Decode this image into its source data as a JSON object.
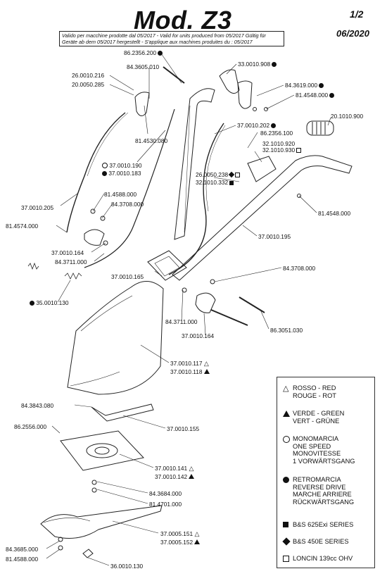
{
  "header": {
    "title": "Mod. Z3",
    "page": "1/2",
    "date": "06/2020",
    "validity_line1": "Valido per macchine prodotte dal 05/2017 - Valid for units produced from 05/2017 Gültig für",
    "validity_line2": "Geräte ab dem 05/2017 hergestellt - S'applique aux machines produites du : 05/2017"
  },
  "parts": [
    {
      "code": "86.2356.200",
      "symbol": "dot"
    },
    {
      "code": "84.3605.010",
      "symbol": ""
    },
    {
      "code": "26.0010.216",
      "symbol": ""
    },
    {
      "code": "20.0050.285",
      "symbol": ""
    },
    {
      "code": "81.4530.080",
      "symbol": ""
    },
    {
      "code": "33.0010.908",
      "symbol": "dot"
    },
    {
      "code": "84.3619.000",
      "symbol": "dot"
    },
    {
      "code": "81.4548.000",
      "symbol": "dot"
    },
    {
      "code": "20.1010.900",
      "symbol": ""
    },
    {
      "code": "37.0010.202",
      "symbol": "dot"
    },
    {
      "code": "86.2356.100",
      "symbol": ""
    },
    {
      "code": "32.1010.920",
      "symbol": ""
    },
    {
      "code": "32.1010.930",
      "symbol": "osq"
    },
    {
      "code": "37.0010.190",
      "symbol": "ring-before"
    },
    {
      "code": "37.0010.183",
      "symbol": "dot-before"
    },
    {
      "code": "26.0050.238",
      "symbol": "dia-osq"
    },
    {
      "code": "32.1010.332",
      "symbol": "sq"
    },
    {
      "code": "37.0010.205",
      "symbol": ""
    },
    {
      "code": "81.4588.000",
      "symbol": ""
    },
    {
      "code": "84.3708.000",
      "symbol": ""
    },
    {
      "code": "81.4548.000",
      "symbol": ""
    },
    {
      "code": "81.4574.000",
      "symbol": ""
    },
    {
      "code": "37.0010.195",
      "symbol": ""
    },
    {
      "code": "37.0010.164",
      "symbol": ""
    },
    {
      "code": "84.3711.000",
      "symbol": ""
    },
    {
      "code": "84.3708.000",
      "symbol": ""
    },
    {
      "code": "37.0010.165",
      "symbol": ""
    },
    {
      "code": "35.0010.130",
      "symbol": "dot-before"
    },
    {
      "code": "84.3711.000",
      "symbol": ""
    },
    {
      "code": "37.0010.164",
      "symbol": ""
    },
    {
      "code": "86.3051.030",
      "symbol": ""
    },
    {
      "code": "37.0010.117",
      "symbol": "otri"
    },
    {
      "code": "37.0010.118",
      "symbol": "tri"
    },
    {
      "code": "84.3843.080",
      "symbol": ""
    },
    {
      "code": "86.2556.000",
      "symbol": ""
    },
    {
      "code": "37.0010.155",
      "symbol": ""
    },
    {
      "code": "37.0010.141",
      "symbol": "otri"
    },
    {
      "code": "37.0010.142",
      "symbol": "tri"
    },
    {
      "code": "84.3684.000",
      "symbol": ""
    },
    {
      "code": "81.4701.000",
      "symbol": ""
    },
    {
      "code": "37.0005.151",
      "symbol": "otri"
    },
    {
      "code": "37.0005.152",
      "symbol": "tri"
    },
    {
      "code": "84.3685.000",
      "symbol": ""
    },
    {
      "code": "81.4588.000",
      "symbol": ""
    },
    {
      "code": "36.0010.130",
      "symbol": ""
    }
  ],
  "legend": [
    {
      "symbol": "otri",
      "lines": [
        "ROSSO - RED",
        "ROUGE - ROT"
      ]
    },
    {
      "symbol": "tri",
      "lines": [
        "VERDE - GREEN",
        "VERT - GRÜNE"
      ]
    },
    {
      "symbol": "ring",
      "lines": [
        "MONOMARCIA",
        "ONE SPEED",
        "MONOVITESSE",
        "1 VORWÄRTSGANG"
      ]
    },
    {
      "symbol": "dot",
      "lines": [
        "RETROMARCIA",
        "REVERSE DRIVE",
        "MARCHE ARRIERE",
        "RÜCKWÄRTSGANG"
      ]
    },
    {
      "symbol": "sq",
      "lines": [
        "B&S 625Exi SERIES"
      ]
    },
    {
      "symbol": "dia",
      "lines": [
        "B&S 450E SERIES"
      ]
    },
    {
      "symbol": "osq",
      "lines": [
        "LONCIN 139cc OHV"
      ]
    }
  ]
}
